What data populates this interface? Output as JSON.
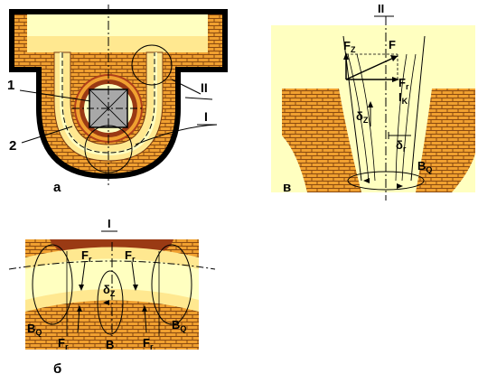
{
  "panel_a": {
    "caption": "а",
    "callout_1": "1",
    "callout_2": "2",
    "callout_II": "II",
    "callout_I": "I"
  },
  "panel_b": {
    "caption": "б",
    "title": "I",
    "fr_top_left": "F",
    "fr_top_left_sub": "r",
    "fr_top_right": "F",
    "fr_top_right_sub": "r",
    "dz": "δ",
    "dz_sub": "Z",
    "bq_left": "B",
    "bq_left_sub": "Q",
    "bq_right": "B",
    "bq_right_sub": "Q",
    "fr_bot_left": "F",
    "fr_bot_left_sub": "r",
    "b_center": "B",
    "fr_bot_right": "F",
    "fr_bot_right_sub": "r"
  },
  "panel_v": {
    "caption": "в",
    "title": "II",
    "fz": "F",
    "fz_sub": "Z",
    "f": "F",
    "fr": "F",
    "fr_sub": "r",
    "ik": "I",
    "ik_sub": "K",
    "dz": "δ",
    "dz_sub": "Z",
    "dr": "δ",
    "dr_sub": "r",
    "bq": "B",
    "bq_sub": "Q"
  },
  "colors": {
    "brick": "#f0a030",
    "mortar": "#8a4a10",
    "metal_light": "#ffffc0",
    "metal_mid": "#ffe890",
    "dark_red": "#9a3a14",
    "grey": "#a8a8a8",
    "black": "#000000"
  }
}
